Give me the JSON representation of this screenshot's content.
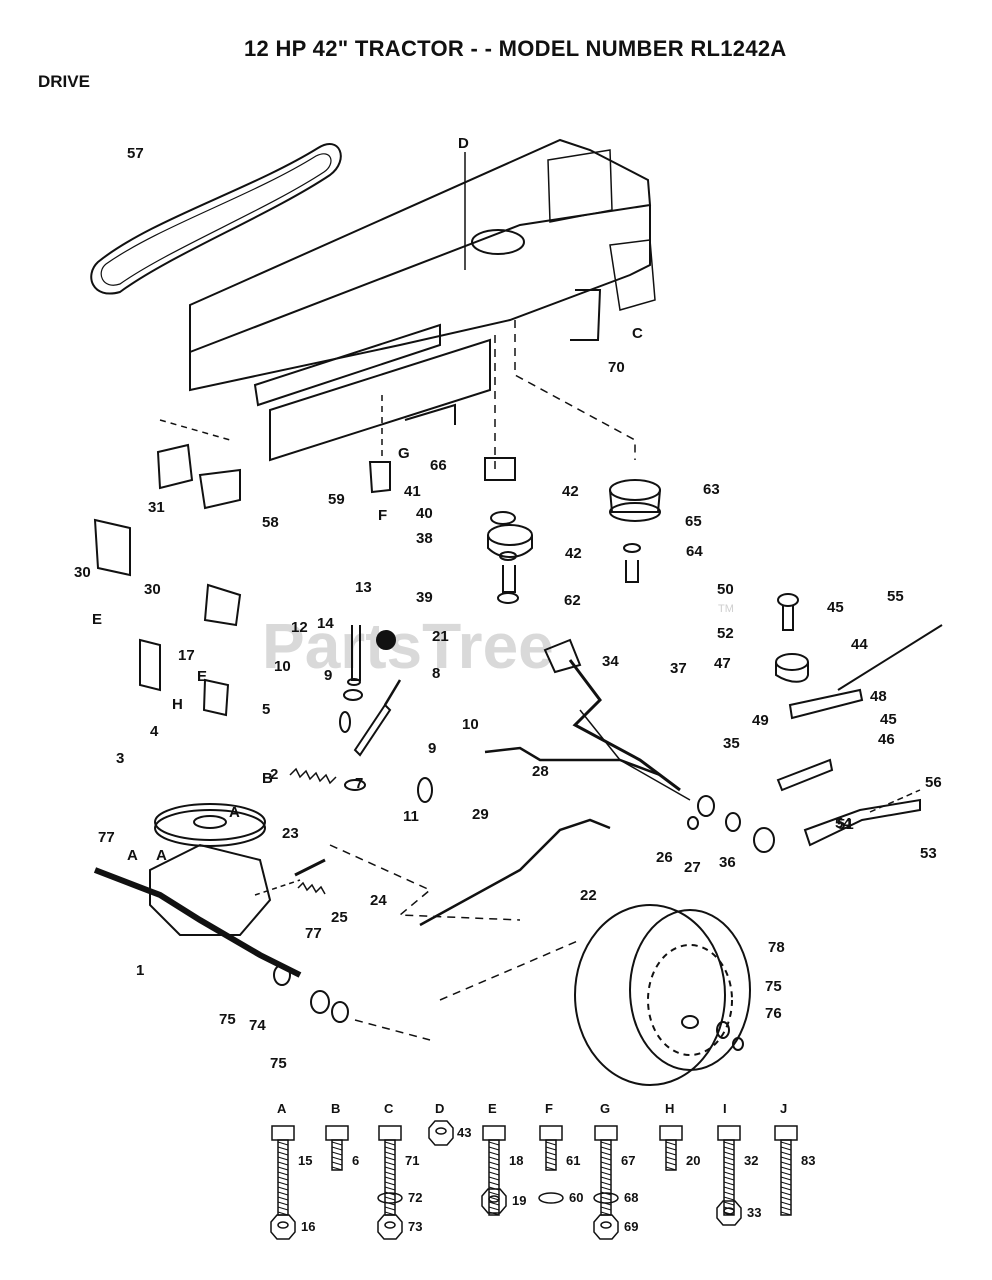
{
  "header": {
    "title": "12 HP 42\"  TRACTOR - - MODEL NUMBER RL1242A",
    "section": "DRIVE"
  },
  "watermark": {
    "text": "PartsTree",
    "tm": "TM"
  },
  "callouts": [
    "57",
    "D",
    "C",
    "70",
    "66",
    "G",
    "31",
    "58",
    "59",
    "F",
    "41",
    "42",
    "40",
    "38",
    "42",
    "39",
    "63",
    "65",
    "64",
    "30",
    "30",
    "13",
    "14",
    "12",
    "21",
    "8",
    "10",
    "9",
    "17",
    "E",
    "E",
    "H",
    "5",
    "B",
    "4",
    "3",
    "2",
    "7",
    "11",
    "9",
    "10",
    "29",
    "28",
    "62",
    "34",
    "37",
    "50",
    "45",
    "55",
    "52",
    "44",
    "47",
    "48",
    "45",
    "46",
    "49",
    "51",
    "56",
    "35",
    "26",
    "27",
    "36",
    "54",
    "53",
    "77",
    "A",
    "A",
    "A",
    "23",
    "24",
    "25",
    "22",
    "77",
    "1",
    "75",
    "74",
    "75",
    "78",
    "75",
    "76"
  ],
  "hardware": [
    {
      "letter": "A",
      "bolt": "15",
      "nut": "16"
    },
    {
      "letter": "B",
      "bolt": "6"
    },
    {
      "letter": "C",
      "bolt": "71",
      "washer": "72",
      "nut": "73"
    },
    {
      "letter": "D",
      "nut": "43"
    },
    {
      "letter": "E",
      "bolt": "18",
      "nut": "19"
    },
    {
      "letter": "F",
      "bolt": "61",
      "washer": "60"
    },
    {
      "letter": "G",
      "bolt": "67",
      "washer": "68",
      "nut": "69"
    },
    {
      "letter": "H",
      "bolt": "20"
    },
    {
      "letter": "I",
      "bolt": "32",
      "nut": "33"
    },
    {
      "letter": "J",
      "bolt": "83"
    }
  ]
}
